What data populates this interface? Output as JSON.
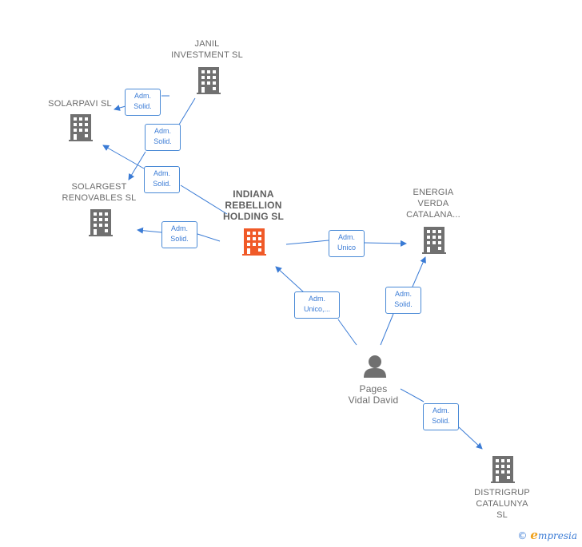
{
  "colors": {
    "edge": "#3a7bd5",
    "building": "#707070",
    "main_building": "#f05a28",
    "person": "#707070"
  },
  "nodes": {
    "janil": {
      "label": "JANIL\nINVESTMENT SL",
      "icon": "building-icon"
    },
    "solarpavi": {
      "label": "SOLARPAVI  SL",
      "icon": "building-icon"
    },
    "solargest": {
      "label": "SOLARGEST\nRENOVABLES SL",
      "icon": "building-icon"
    },
    "indiana": {
      "label": "INDIANA\nREBELLION\nHOLDING  SL",
      "icon": "building-icon"
    },
    "energia": {
      "label": "ENERGIA\nVERDA\nCATALANA...",
      "icon": "building-icon"
    },
    "pages": {
      "label": "Pages\nVidal David",
      "icon": "person-icon"
    },
    "distrigrup": {
      "label": "DISTRIGRUP\nCATALUNYA\nSL",
      "icon": "building-icon"
    }
  },
  "relations": {
    "janil_solarpavi": "Adm.\nSolid.",
    "janil_solargest": "Adm.\nSolid.",
    "indiana_solarpavi": "Adm.\nSolid.",
    "indiana_solargest": "Adm.\nSolid.",
    "indiana_energia": "Adm.\nUnico",
    "pages_indiana": "Adm.\nUnico,...",
    "pages_energia": "Adm.\nSolid.",
    "pages_distrigrup": "Adm.\nSolid."
  },
  "footer": {
    "copyright": "©",
    "brand_initial": "e",
    "brand_rest": "mpresia"
  }
}
